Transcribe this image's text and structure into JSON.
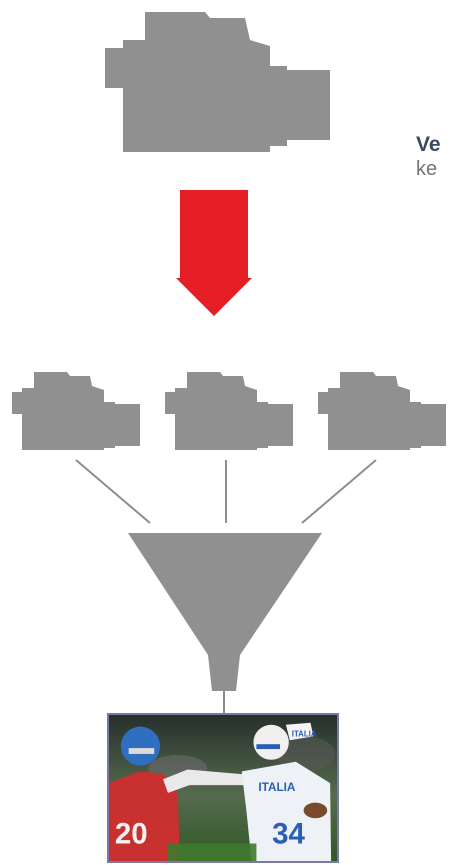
{
  "caption": {
    "title": "Ve",
    "subtitle": "ke"
  },
  "icons": {
    "main_camera": "video-camera-icon",
    "arrow": "down-arrow-icon",
    "cameras": [
      "video-camera-icon",
      "video-camera-icon",
      "video-camera-icon"
    ],
    "funnel": "funnel-icon",
    "output": "football-photo"
  },
  "photo": {
    "jersey_left": "20",
    "jersey_right": "34",
    "team_text": "ITALIA"
  },
  "colors": {
    "icon_gray": "#909090",
    "arrow_red": "#e51d25",
    "line_gray": "#8d8d8d",
    "photo_border": "#7b78a6"
  }
}
